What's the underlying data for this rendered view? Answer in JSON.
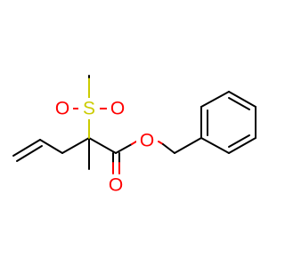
{
  "molecule": {
    "atoms": {
      "sulfur": "S",
      "oxygen_sulfonyl_left": "O",
      "oxygen_sulfonyl_right": "O",
      "oxygen_ester": "O",
      "oxygen_carbonyl": "O"
    }
  },
  "colors": {
    "carbon_bond": "#000000",
    "sulfur": "#cccc00",
    "oxygen": "#ff0000"
  }
}
